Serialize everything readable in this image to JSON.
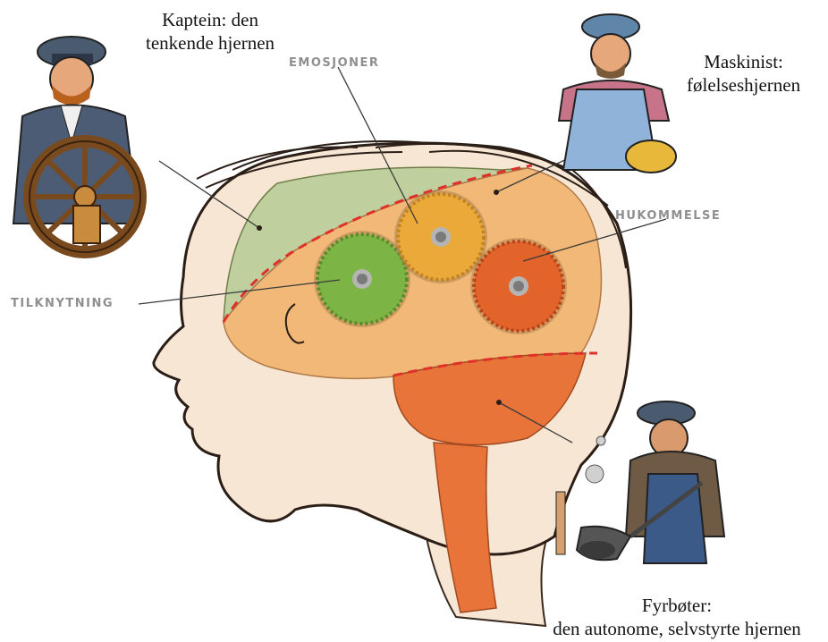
{
  "captions": {
    "captain": {
      "line1": "Kaptein: den",
      "line2": "tenkende hjernen"
    },
    "machinist": {
      "line1": "Maskinist:",
      "line2": "følelseshjernen"
    },
    "stoker": {
      "line1": "Fyrbøter:",
      "line2": "den autonome, selvstyrte hjernen"
    }
  },
  "gear_labels": {
    "emotions": "EMOSJONER",
    "memory": "HUKOMMELSE",
    "attachment": "TILKNYTNING"
  },
  "colors": {
    "thinking_region": "#bfcf9e",
    "limbic_region": "#f2b877",
    "brainstem_region": "#e8743a",
    "gear_green": "#7cb545",
    "gear_yellow": "#eba93a",
    "gear_orange": "#e3642b",
    "dashed_boundary": "#e0302a",
    "skin": "#f6e6d3"
  }
}
